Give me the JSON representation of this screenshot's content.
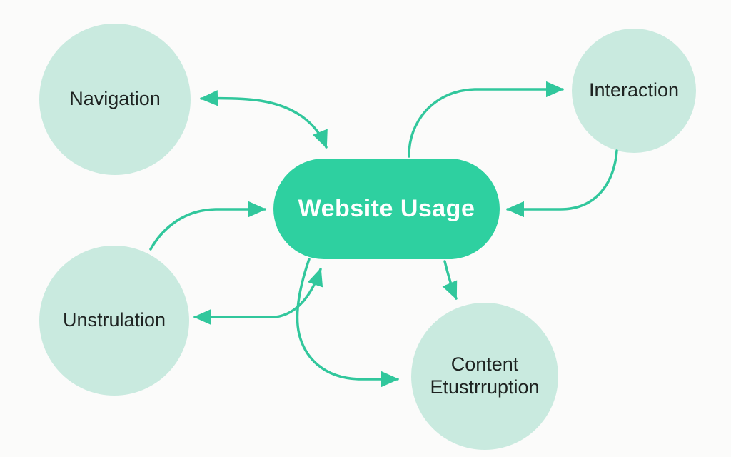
{
  "diagram": {
    "type": "mind-map",
    "hub": {
      "id": "website-usage",
      "label": "Website Usage"
    },
    "nodes": [
      {
        "id": "navigation",
        "label": "Navigation",
        "label_lines": [
          "Navigation"
        ]
      },
      {
        "id": "interaction",
        "label": "Interaction",
        "label_lines": [
          "Interaction"
        ]
      },
      {
        "id": "unstrulation",
        "label": "Unstrulation",
        "label_lines": [
          "Unstrulation"
        ]
      },
      {
        "id": "content-etustrruption",
        "label": "Content Etustrruption",
        "label_lines": [
          "Content",
          "Etustrruption"
        ]
      }
    ],
    "edges": [
      {
        "from": "website-usage",
        "to": "navigation",
        "bidirectional": true,
        "shape": "curve-top-left"
      },
      {
        "from": "website-usage",
        "to": "interaction",
        "bidirectional": false,
        "shape": "curve-top-right"
      },
      {
        "from": "interaction",
        "to": "website-usage",
        "bidirectional": false,
        "shape": "curve-right"
      },
      {
        "from": "unstrulation",
        "to": "website-usage",
        "bidirectional": false,
        "shape": "curve-left"
      },
      {
        "from": "website-usage",
        "to": "unstrulation",
        "bidirectional": true,
        "shape": "s-curve-bottom-left"
      },
      {
        "from": "website-usage",
        "to": "content-etustrruption",
        "bidirectional": false,
        "shape": "curve-bottom"
      },
      {
        "from": "website-usage",
        "to": "content-etustrruption",
        "bidirectional": false,
        "shape": "straight-bottom-right"
      }
    ]
  },
  "colors": {
    "background": "#fbfbfa",
    "hub_fill": "#2ed0a0",
    "hub_text": "#ffffff",
    "node_fill": "#c9eadf",
    "node_text": "#1e2321",
    "arrow": "#31c79c"
  }
}
